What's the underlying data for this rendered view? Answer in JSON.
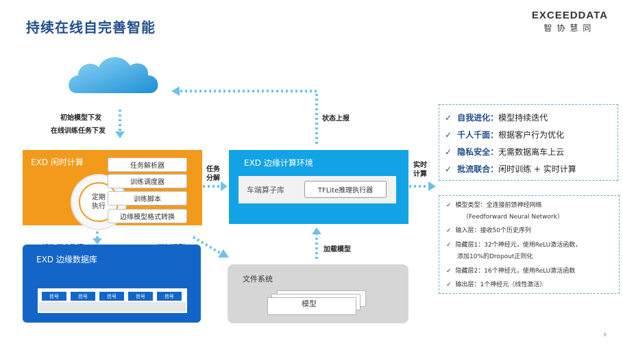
{
  "title": "持续在线自完善智能",
  "logo": {
    "en": "EXCEEDDATA",
    "cn": "智协慧同"
  },
  "labels": {
    "init_model": "初始模型下发",
    "online_train": "在线训练任务下发",
    "status_report": "状态上报",
    "task_split_1": "任务",
    "task_split_2": "分解",
    "realtime_1": "实时",
    "realtime_2": "计算",
    "read_history": "读取历史数据",
    "update_model": "更新模型",
    "load_model": "加载模型"
  },
  "idle_compute": {
    "title": "EXD 闲时计算",
    "circle": [
      "定期",
      "执行"
    ],
    "items": [
      "任务解析器",
      "训练调度器",
      "训练脚本",
      "边缘模型格式转换"
    ]
  },
  "edge_env": {
    "title": "EXD 边缘计算环境",
    "lib_label": "车端算子库",
    "executor": "TFLite推理执行器"
  },
  "edge_db": {
    "title": "EXD 边缘数据库",
    "headers": [
      "信号",
      "信号",
      "信号",
      "信号",
      "信号"
    ]
  },
  "filesystem": {
    "title": "文件系统",
    "model": "模型"
  },
  "features": [
    {
      "bold": "自我进化：",
      "text": "模型持续迭代"
    },
    {
      "bold": "千人千面：",
      "text": "根据客户行为优化"
    },
    {
      "bold": "隐私安全：",
      "text": "无需数据离车上云"
    },
    {
      "bold": "批流联合：",
      "text": "闲时训练 + 实时计算"
    }
  ],
  "specs": [
    "模型类型：全连接前馈神经网络",
    "（Feedforward Neural Network）",
    "输入层：接收50个历史序列",
    "隐藏层1：32个神经元，使用ReLU激活函数，",
    "添加10%的Dropout正则化",
    "隐藏层2：16个神经元，使用ReLU激活函数",
    "输出层：1个神经元（线性激活）"
  ],
  "page_number": "8",
  "colors": {
    "orange": "#f39a1b",
    "edge_blue": "#12a3e6",
    "db_blue": "#1366c8",
    "title_blue": "#1f4e8c",
    "arrow": "#6cc3ea"
  },
  "icons": {
    "cloud": "cloud-icon",
    "check": "check-icon"
  }
}
